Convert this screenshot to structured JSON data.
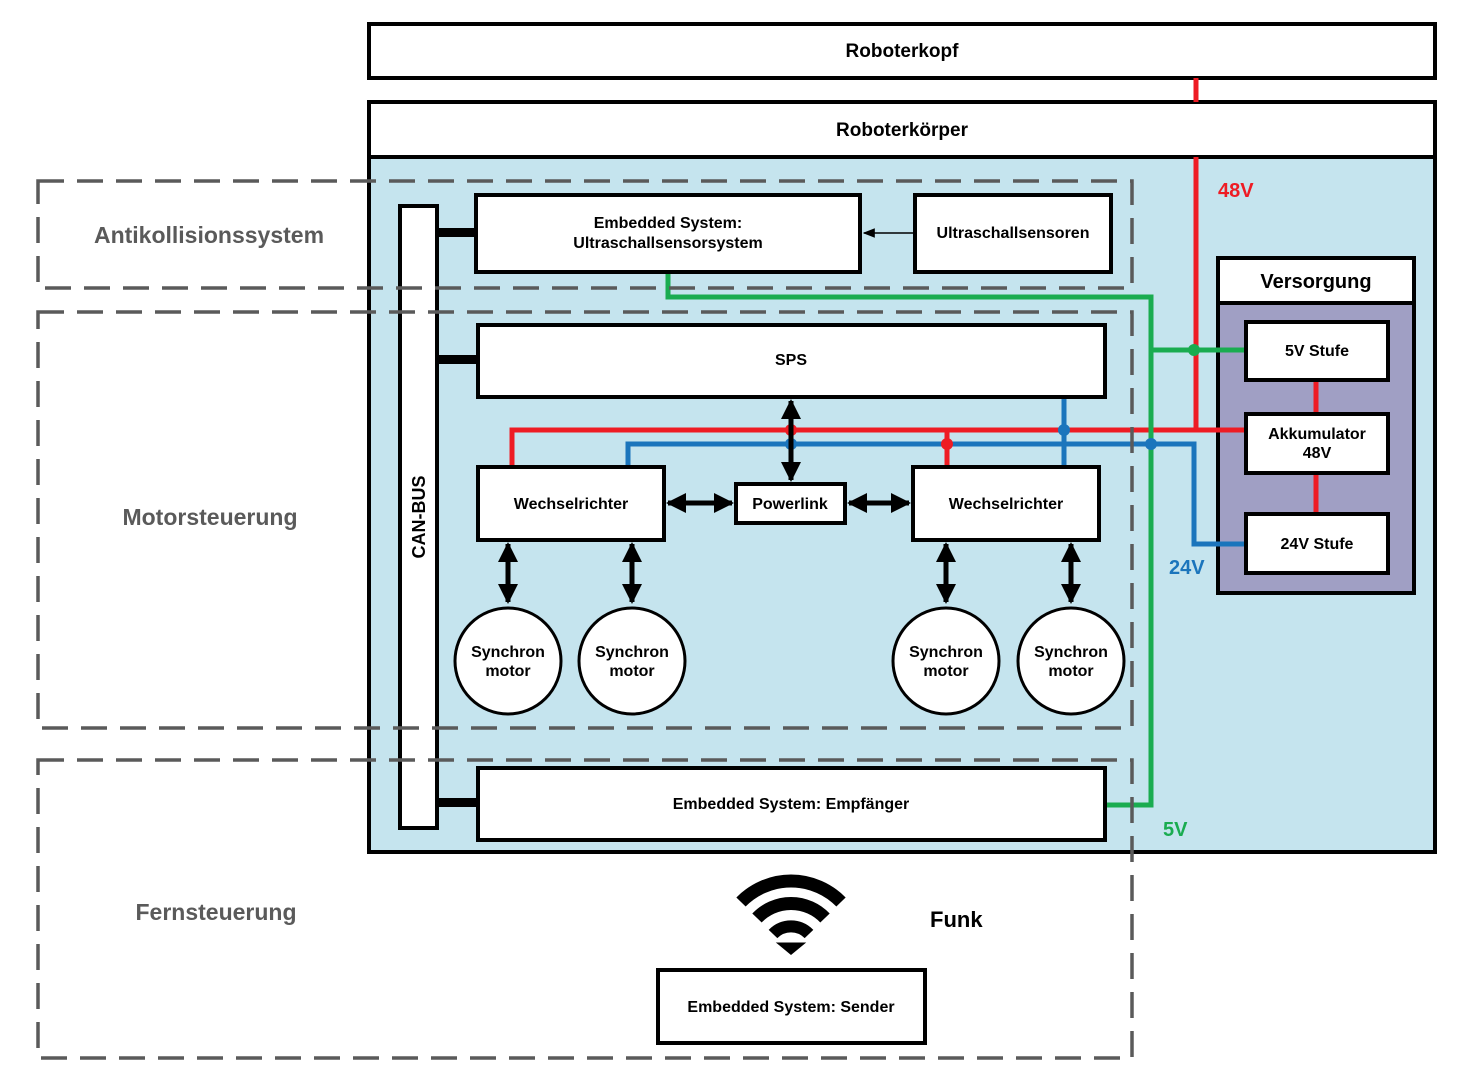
{
  "blocks": {
    "roboterkopf": "Roboterkopf",
    "roboterkoerper": "Roboterkörper",
    "embedded_us_line1": "Embedded System:",
    "embedded_us_line2": "Ultraschallsensorsystem",
    "ultraschallsensoren": "Ultraschallsensoren",
    "sps": "SPS",
    "can_bus": "CAN-BUS",
    "wechselrichter_left": "Wechselrichter",
    "wechselrichter_right": "Wechselrichter",
    "powerlink": "Powerlink",
    "motor_line1": "Synchron",
    "motor_line2": "motor",
    "empfaenger": "Embedded System: Empfänger",
    "sender": "Embedded System: Sender",
    "funk": "Funk"
  },
  "versorgung": {
    "title": "Versorgung",
    "stufe_5v": "5V Stufe",
    "akku_line1": "Akkumulator",
    "akku_line2": "48V",
    "stufe_24v": "24V Stufe"
  },
  "voltages": {
    "v48": "48V",
    "v24": "24V",
    "v5": "5V"
  },
  "groups": {
    "antikollision": "Antikollisionssystem",
    "motorsteuerung": "Motorsteuerung",
    "fernsteuerung": "Fernsteuerung"
  },
  "colors": {
    "v48": "#ee1c24",
    "v24": "#1b75bc",
    "v5": "#1aac50",
    "body_fill": "#c5e4ee",
    "versorgung_fill": "#a09fc4"
  }
}
